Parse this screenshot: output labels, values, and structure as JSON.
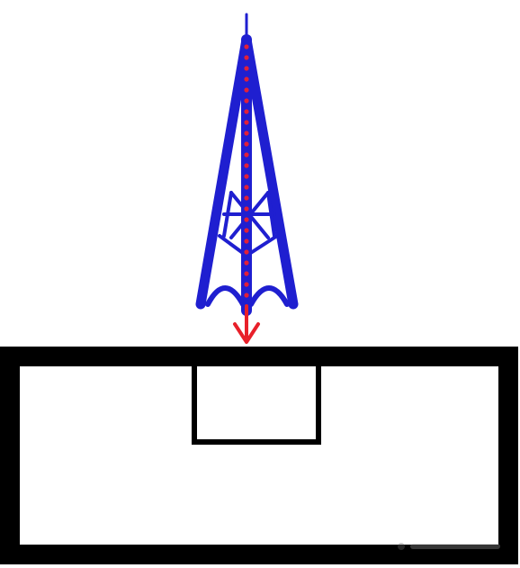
{
  "colors": {
    "background": "#ffffff",
    "tower": "#1f1fd0",
    "tower_dots": "#e0203a",
    "arrow": "#e8202a",
    "building": "#000000",
    "watermark": "#6b6b6b"
  },
  "icons": {
    "tower": "transmission-tower-icon",
    "arrow": "down-arrow-icon",
    "building": "building-outline",
    "room": "room-outline",
    "watermark": "watermark-logo"
  }
}
